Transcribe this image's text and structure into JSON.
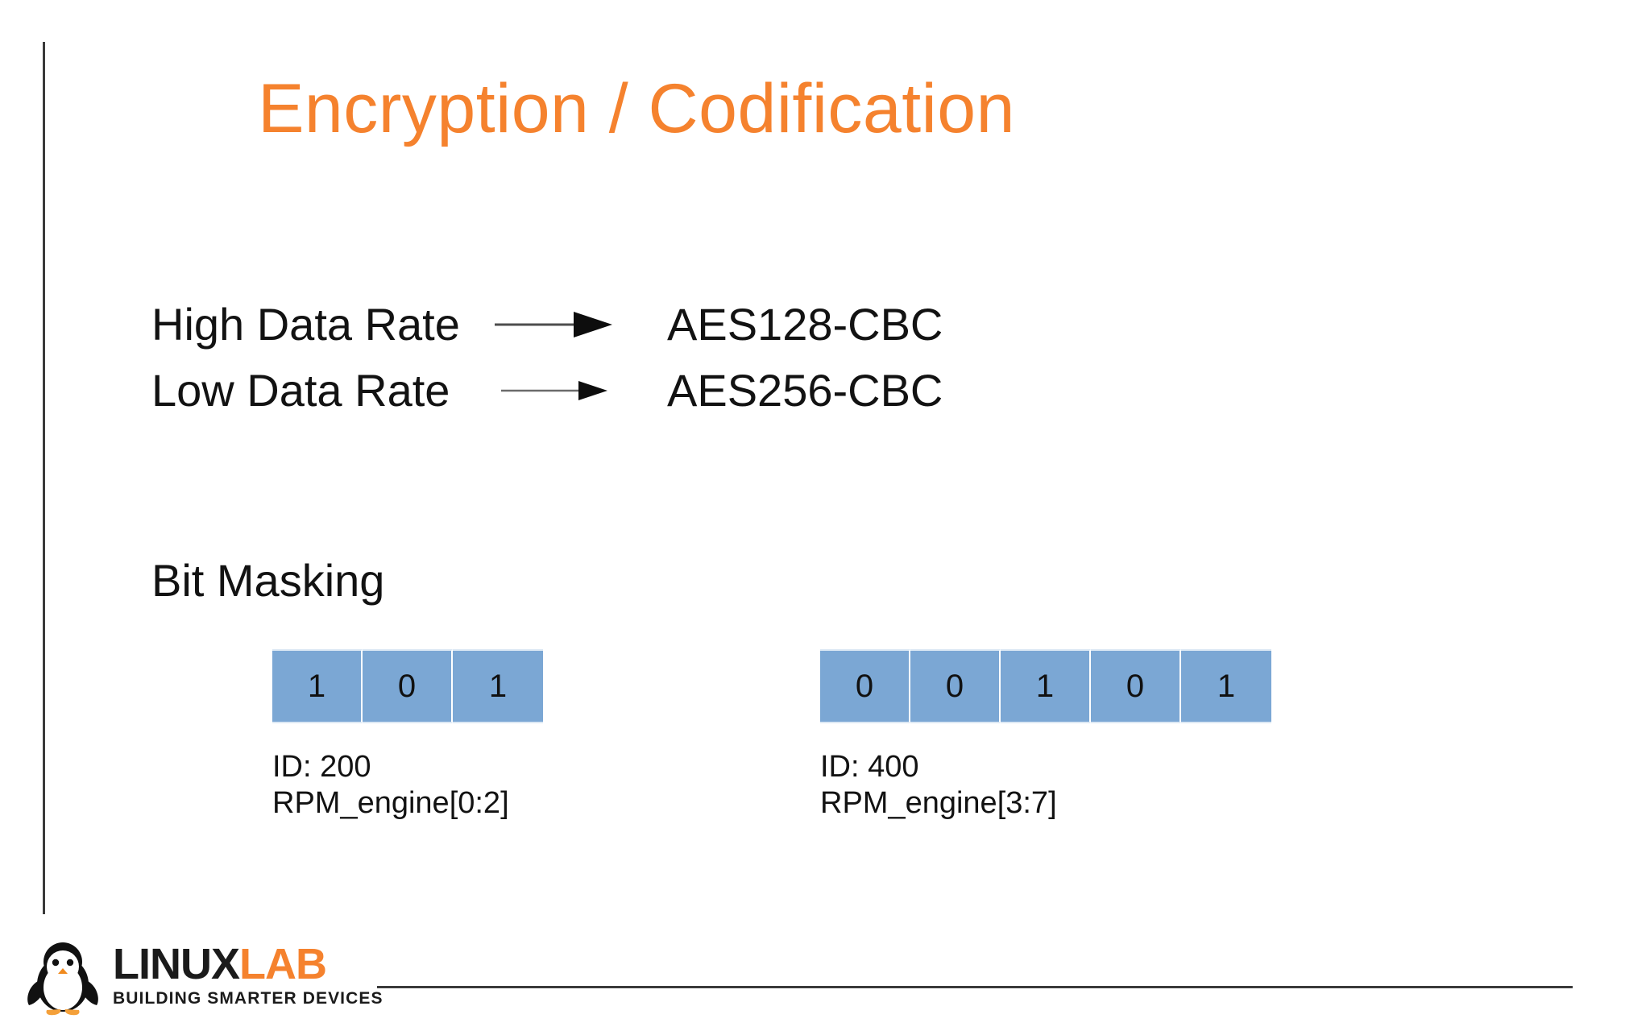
{
  "slide": {
    "title": "Encryption / Codification",
    "accent_color": "#f5822e",
    "text_color": "#121212",
    "bit_cell_color": "#7ba7d4"
  },
  "mappings": [
    {
      "source": "High Data Rate",
      "arrow": "arrow-right-icon",
      "target": "AES128-CBC"
    },
    {
      "source": "Low Data Rate",
      "arrow": "arrow-right-icon",
      "target": "AES256-CBC"
    }
  ],
  "bit_masking": {
    "heading": "Bit Masking",
    "groups": [
      {
        "bits": [
          "1",
          "0",
          "1"
        ],
        "id_label": "ID: 200",
        "signal_label": "RPM_engine[0:2]"
      },
      {
        "bits": [
          "0",
          "0",
          "1",
          "0",
          "1"
        ],
        "id_label": "ID: 400",
        "signal_label": "RPM_engine[3:7]"
      }
    ]
  },
  "logo": {
    "icon": "penguin-icon",
    "word_primary": "LINUX",
    "word_accent": "LAB",
    "tagline": "BUILDING SMARTER DEVICES"
  }
}
